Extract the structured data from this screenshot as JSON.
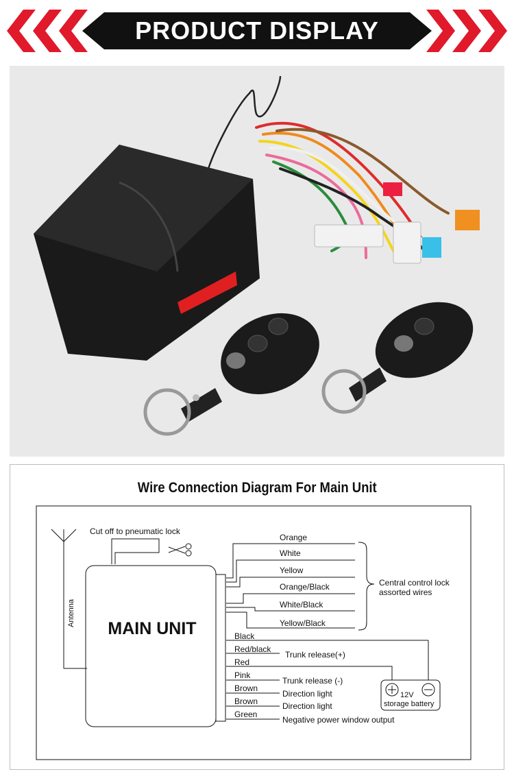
{
  "banner": {
    "title": "PRODUCT DISPLAY",
    "accent_color": "#e0192b",
    "bar_color": "#111111"
  },
  "photo": {
    "alt": "product-photo",
    "items": [
      "control-box",
      "wiring-harness",
      "remote-key",
      "remote-key"
    ]
  },
  "diagram": {
    "title": "Wire Connection Diagram For Main Unit",
    "main_unit": "MAIN UNIT",
    "antenna": "Antenna",
    "cut_off": "Cut off to pneumatic lock",
    "lock_wires": [
      "Orange",
      "White",
      "Yellow",
      "Orange/Black",
      "White/Black",
      "Yellow/Black"
    ],
    "lock_group_label_1": "Central control lock",
    "lock_group_label_2": "assorted wires",
    "lower_wires": [
      "Black",
      "Red/black",
      "Red",
      "Pink",
      "Brown",
      "Brown",
      "Green"
    ],
    "functions": {
      "trunk_pos": "Trunk release(+)",
      "trunk_neg": "Trunk release (-)",
      "direction_1": "Direction light",
      "direction_2": "Direction light",
      "window": "Negative power window output"
    },
    "battery": {
      "voltage": "12V",
      "label": "storage battery"
    }
  }
}
